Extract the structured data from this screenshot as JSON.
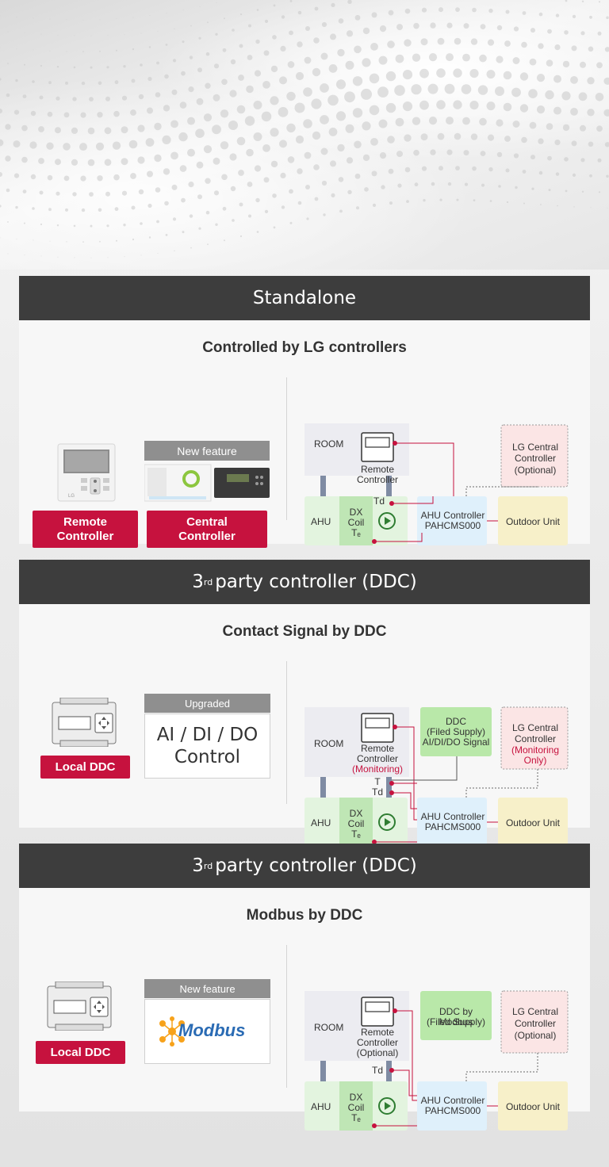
{
  "sections": [
    {
      "header": "Standalone",
      "header_sup": "",
      "subtitle": "Controlled by LG controllers",
      "left": {
        "remote_button": [
          "Remote",
          "Controller"
        ],
        "new_feature_tag": "New feature",
        "central_button": [
          "Central",
          "Controller"
        ]
      },
      "diagram": {
        "room": "ROOM",
        "remote": [
          "Remote",
          "Controller"
        ],
        "remote_extra": "",
        "lg_central": [
          "LG Central",
          "Controller",
          "(Optional)"
        ],
        "ahu": "AHU",
        "dx": [
          "DX",
          "Coil"
        ],
        "te": "Tₑ",
        "td": "Td",
        "ahu_controller": [
          "AHU Controller",
          "PAHCMS000"
        ],
        "outdoor": "Outdoor Unit"
      }
    },
    {
      "header": "party controller (DDC)",
      "header_sup": "rd",
      "header_num": "3",
      "subtitle": "Contact Signal by DDC",
      "left": {
        "tag": "Upgraded",
        "card": [
          "AI / DI / DO",
          "Control"
        ],
        "button": "Local DDC"
      },
      "diagram": {
        "room": "ROOM",
        "remote": [
          "Remote",
          "Controller"
        ],
        "remote_extra": "(Monitoring)",
        "ddc": [
          "DDC",
          "(Filed Supply)",
          "AI/DI/DO Signal"
        ],
        "lg_central": [
          "LG Central",
          "Controller"
        ],
        "lg_central_extra": [
          "(Monitoring",
          "Only)"
        ],
        "ahu": "AHU",
        "dx": [
          "DX",
          "Coil"
        ],
        "t": "T",
        "te": "Tₑ",
        "td": "Td",
        "ahu_controller": [
          "AHU Controller",
          "PAHCMS000"
        ],
        "outdoor": "Outdoor Unit"
      }
    },
    {
      "header": "party controller (DDC)",
      "header_sup": "rd",
      "header_num": "3",
      "subtitle": "Modbus by DDC",
      "left": {
        "tag": "New feature",
        "logo_text": "Modbus",
        "button": "Local DDC"
      },
      "diagram": {
        "room": "ROOM",
        "remote": [
          "Remote",
          "Controller",
          "(Optional)"
        ],
        "ddc": [
          "DDC by Modbus",
          "(Filed Supply)"
        ],
        "lg_central": [
          "LG Central",
          "Controller",
          "(Optional)"
        ],
        "ahu": "AHU",
        "dx": [
          "DX",
          "Coil"
        ],
        "te": "Tₑ",
        "td": "Td",
        "ahu_controller": [
          "AHU Controller",
          "PAHCMS000"
        ],
        "outdoor": "Outdoor Unit"
      }
    }
  ],
  "colors": {
    "header_bg": "#3d3d3d",
    "accent_red": "#c6123e",
    "room_grey": "#ececf1",
    "ahu_green": "#e3f4df",
    "dx_green": "#bfe6b5",
    "ctrl_blue": "#dff0fb",
    "outdoor_yellow": "#f7f0c9",
    "lg_pink": "#fbe5e5",
    "ddc_green": "#b9e8a9"
  }
}
